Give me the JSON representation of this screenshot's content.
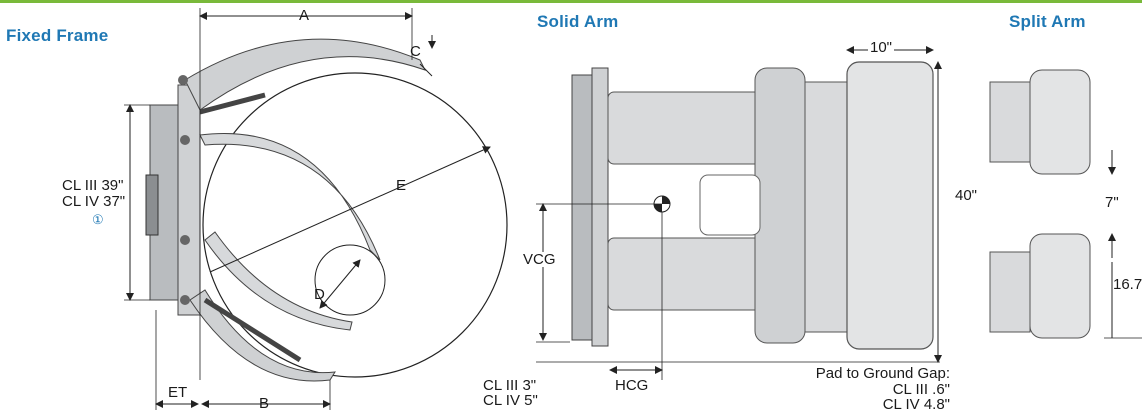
{
  "colors": {
    "accent": "#1f78b4",
    "topline": "#79b93a",
    "metal": "#cfd1d3",
    "metal_dark": "#8b8e91",
    "pad": "#e3e4e5",
    "line": "#222222"
  },
  "headings": {
    "fixed_frame": "Fixed Frame",
    "solid_arm": "Solid Arm",
    "split_arm": "Split Arm"
  },
  "fixed_frame": {
    "dim_a": "A",
    "dim_b": "B",
    "dim_c": "C",
    "dim_d": "D",
    "dim_e": "E",
    "dim_et": "ET",
    "cl3_height": "CL III  39\"",
    "cl4_height": "CL IV  37\"",
    "note_marker": "①"
  },
  "solid_arm": {
    "pad_width": "10\"",
    "arm_length": "40\"",
    "vcg": "VCG",
    "hcg": "HCG",
    "cl3_offset": "CL III  3\"",
    "cl4_offset": "CL IV  5\"",
    "gap_title": "Pad to Ground Gap:",
    "gap_cl3": "CL III .6\"",
    "gap_cl4": "CL IV  4.8\""
  },
  "split_arm": {
    "gap": "7\"",
    "pad_height": "16.7'"
  }
}
